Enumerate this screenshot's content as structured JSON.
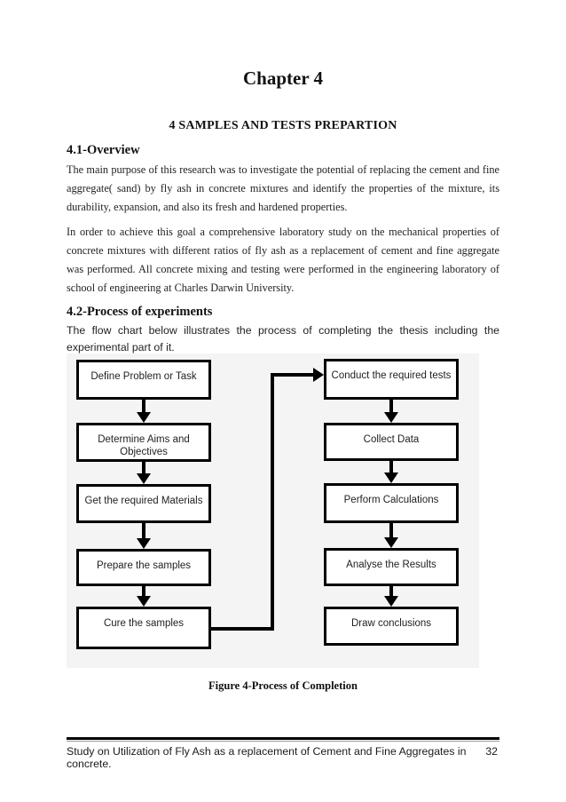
{
  "page": {
    "chapter_title": "Chapter 4",
    "section_title": "4 SAMPLES AND TESTS PREPARTION",
    "overview_heading": "4.1-Overview",
    "overview_para1": "The main purpose of this research was to investigate the potential of replacing the cement and fine aggregate( sand) by fly ash in concrete mixtures and identify the properties of the mixture, its durability, expansion, and also its fresh and hardened properties.",
    "overview_para2": "In order to achieve this goal a comprehensive laboratory study on the mechanical properties of concrete mixtures with different ratios of fly ash as a replacement of cement and fine aggregate was performed. All concrete mixing and testing were performed in the engineering laboratory of school of engineering at Charles Darwin University.",
    "process_heading": "4.2-Process of experiments",
    "process_intro": "The flow chart below illustrates the process of completing the thesis including the experimental part of it.",
    "figure_caption": "Figure 4-Process of Completion"
  },
  "flowchart": {
    "left_column": [
      "Define Problem or Task",
      "Determine Aims and Objectives",
      "Get the required Materials",
      "Prepare the samples",
      "Cure the samples"
    ],
    "right_column": [
      "Conduct the required tests",
      "Collect Data",
      "Perform Calculations",
      "Analyse the Results",
      "Draw conclusions"
    ],
    "background_color": "#f4f4f4",
    "box_fill_color": "#ffffff",
    "box_border_color": "#000000"
  },
  "footer": {
    "text": "Study on Utilization of Fly Ash as a replacement of Cement and Fine Aggregates in concrete.",
    "page_number": "32"
  }
}
